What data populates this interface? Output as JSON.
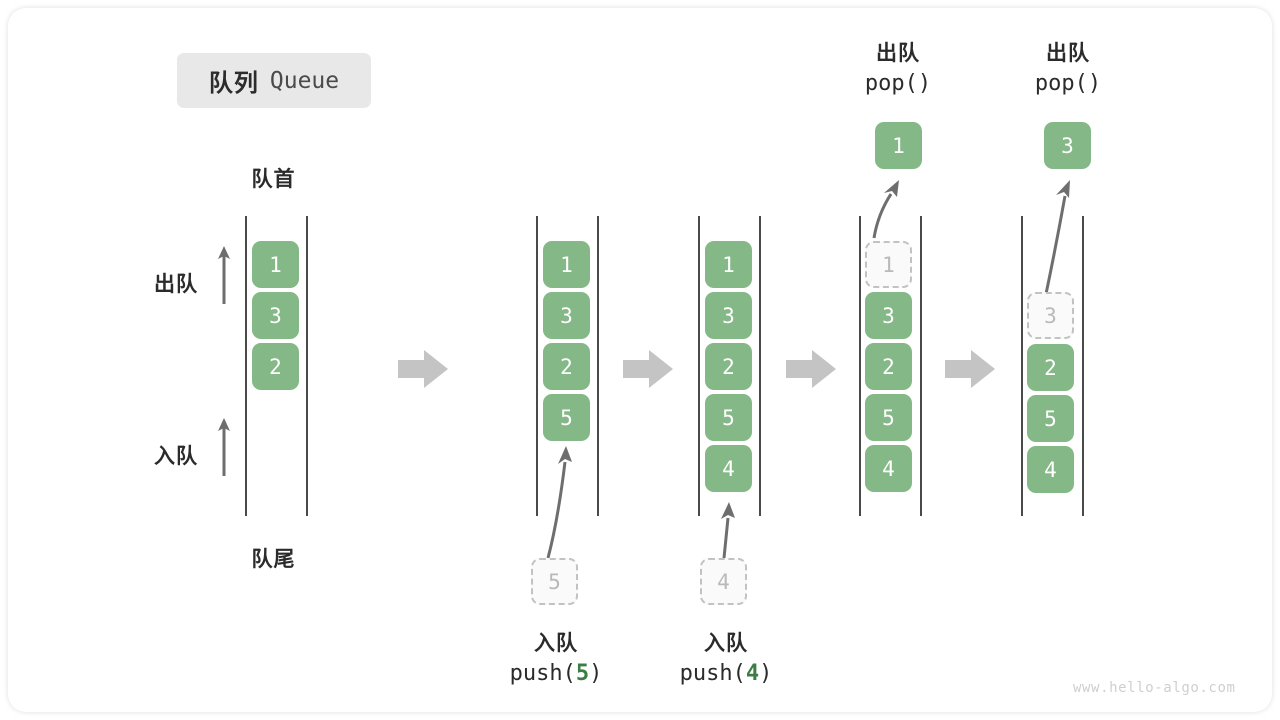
{
  "title": {
    "cn": "队列",
    "en": "Queue"
  },
  "labels": {
    "head": "队首",
    "tail": "队尾",
    "dequeue": "出队",
    "enqueue": "入队"
  },
  "columns": [
    {
      "id": "initial",
      "cells": [
        "1",
        "3",
        "2"
      ],
      "ghost": null,
      "caption": null
    },
    {
      "id": "push-5",
      "cells": [
        "1",
        "3",
        "2",
        "5"
      ],
      "ghost": {
        "value": "5",
        "position": "below"
      },
      "caption": {
        "cn": "入队",
        "code_prefix": "push(",
        "code_value": "5",
        "code_suffix": ")"
      }
    },
    {
      "id": "push-4",
      "cells": [
        "1",
        "3",
        "2",
        "5",
        "4"
      ],
      "ghost": {
        "value": "4",
        "position": "below"
      },
      "caption": {
        "cn": "入队",
        "code_prefix": "push(",
        "code_value": "4",
        "code_suffix": ")"
      }
    },
    {
      "id": "pop-1",
      "cells": [
        "3",
        "2",
        "5",
        "4"
      ],
      "ghost": {
        "value": "1",
        "position": "top-inside"
      },
      "popped": "1",
      "caption": {
        "cn": "出队",
        "code_prefix": "pop(",
        "code_value": "",
        "code_suffix": ")"
      }
    },
    {
      "id": "pop-3",
      "cells": [
        "2",
        "5",
        "4"
      ],
      "ghost": {
        "value": "3",
        "position": "second-inside"
      },
      "popped": "3",
      "caption": {
        "cn": "出队",
        "code_prefix": "pop(",
        "code_value": "",
        "code_suffix": ")"
      }
    }
  ],
  "watermark": "www.hello-algo.com",
  "colors": {
    "cell_green": "#84b887",
    "ghost_border": "#c2c2c2",
    "ghost_text": "#b9b9b9",
    "rail": "#4a4a4a",
    "arrow_gray": "#6e6e6e",
    "step_arrow": "#c4c4c4",
    "badge_bg": "#e8e8e8",
    "code_value_green": "#3c7d46",
    "watermark": "#cfcfcf"
  }
}
